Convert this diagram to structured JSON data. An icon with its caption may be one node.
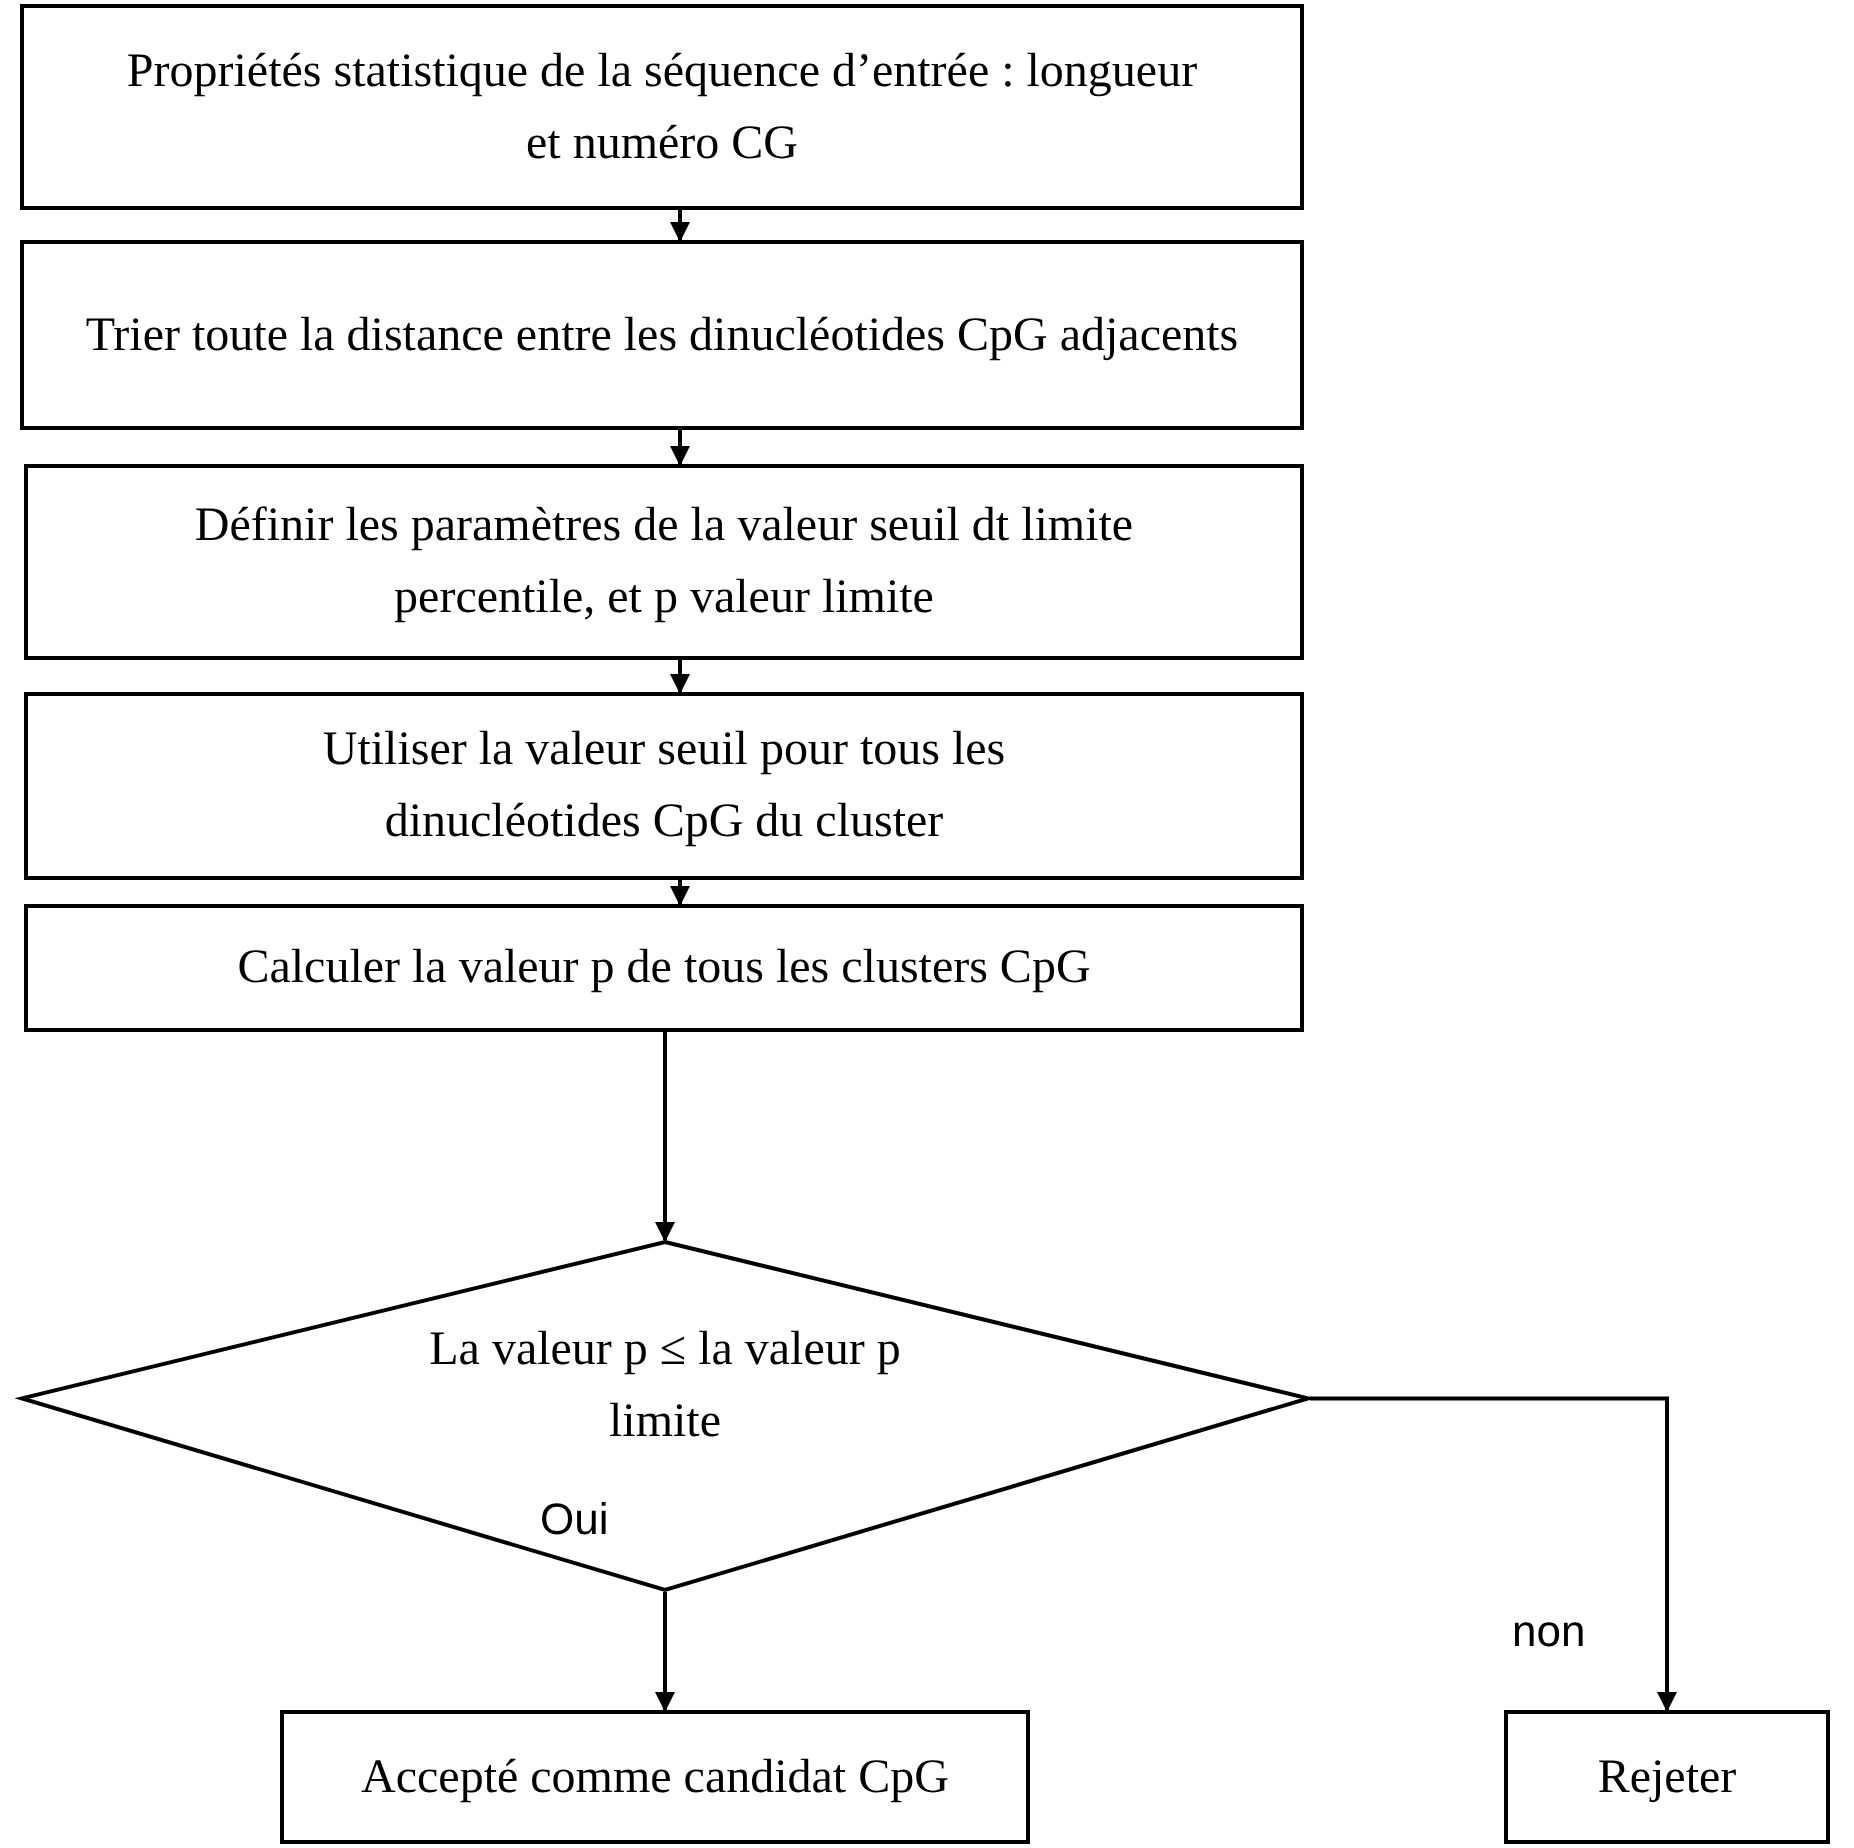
{
  "diagram": {
    "nodes": [
      {
        "text": [
          "Propriétés statistique de la séquence d’entrée : longueur et numéro CG"
        ]
      },
      {
        "text": [
          "Trier toute la distance entre les dinucléotides CpG adjacents"
        ]
      },
      {
        "text": [
          "Définir les paramètres de la valeur seuil dt limite percentile, et p valeur limite"
        ]
      },
      {
        "text": [
          "Utiliser la valeur seuil pour tous les dinucléotides CpG du cluster"
        ]
      },
      {
        "text": [
          "Calculer la valeur p de tous les clusters CpG"
        ]
      },
      {
        "text": [
          "La valeur p ≤ la valeur p limite"
        ]
      },
      {
        "text": [
          "Accepté comme candidat CpG"
        ]
      },
      {
        "text": [
          "Rejeter"
        ]
      }
    ],
    "edges": [
      {
        "from": 0,
        "to": 1,
        "arrow": "to"
      },
      {
        "from": 1,
        "to": 2,
        "arrow": "to"
      },
      {
        "from": 2,
        "to": 3,
        "arrow": "to"
      },
      {
        "from": 3,
        "to": 4,
        "arrow": "to"
      },
      {
        "from": 4,
        "to": 5,
        "arrow": "to"
      },
      {
        "from": 5,
        "to": 6,
        "arrow": "to",
        "label": "Oui"
      },
      {
        "from": 5,
        "to": 7,
        "arrow": "to",
        "label": "non"
      }
    ]
  }
}
